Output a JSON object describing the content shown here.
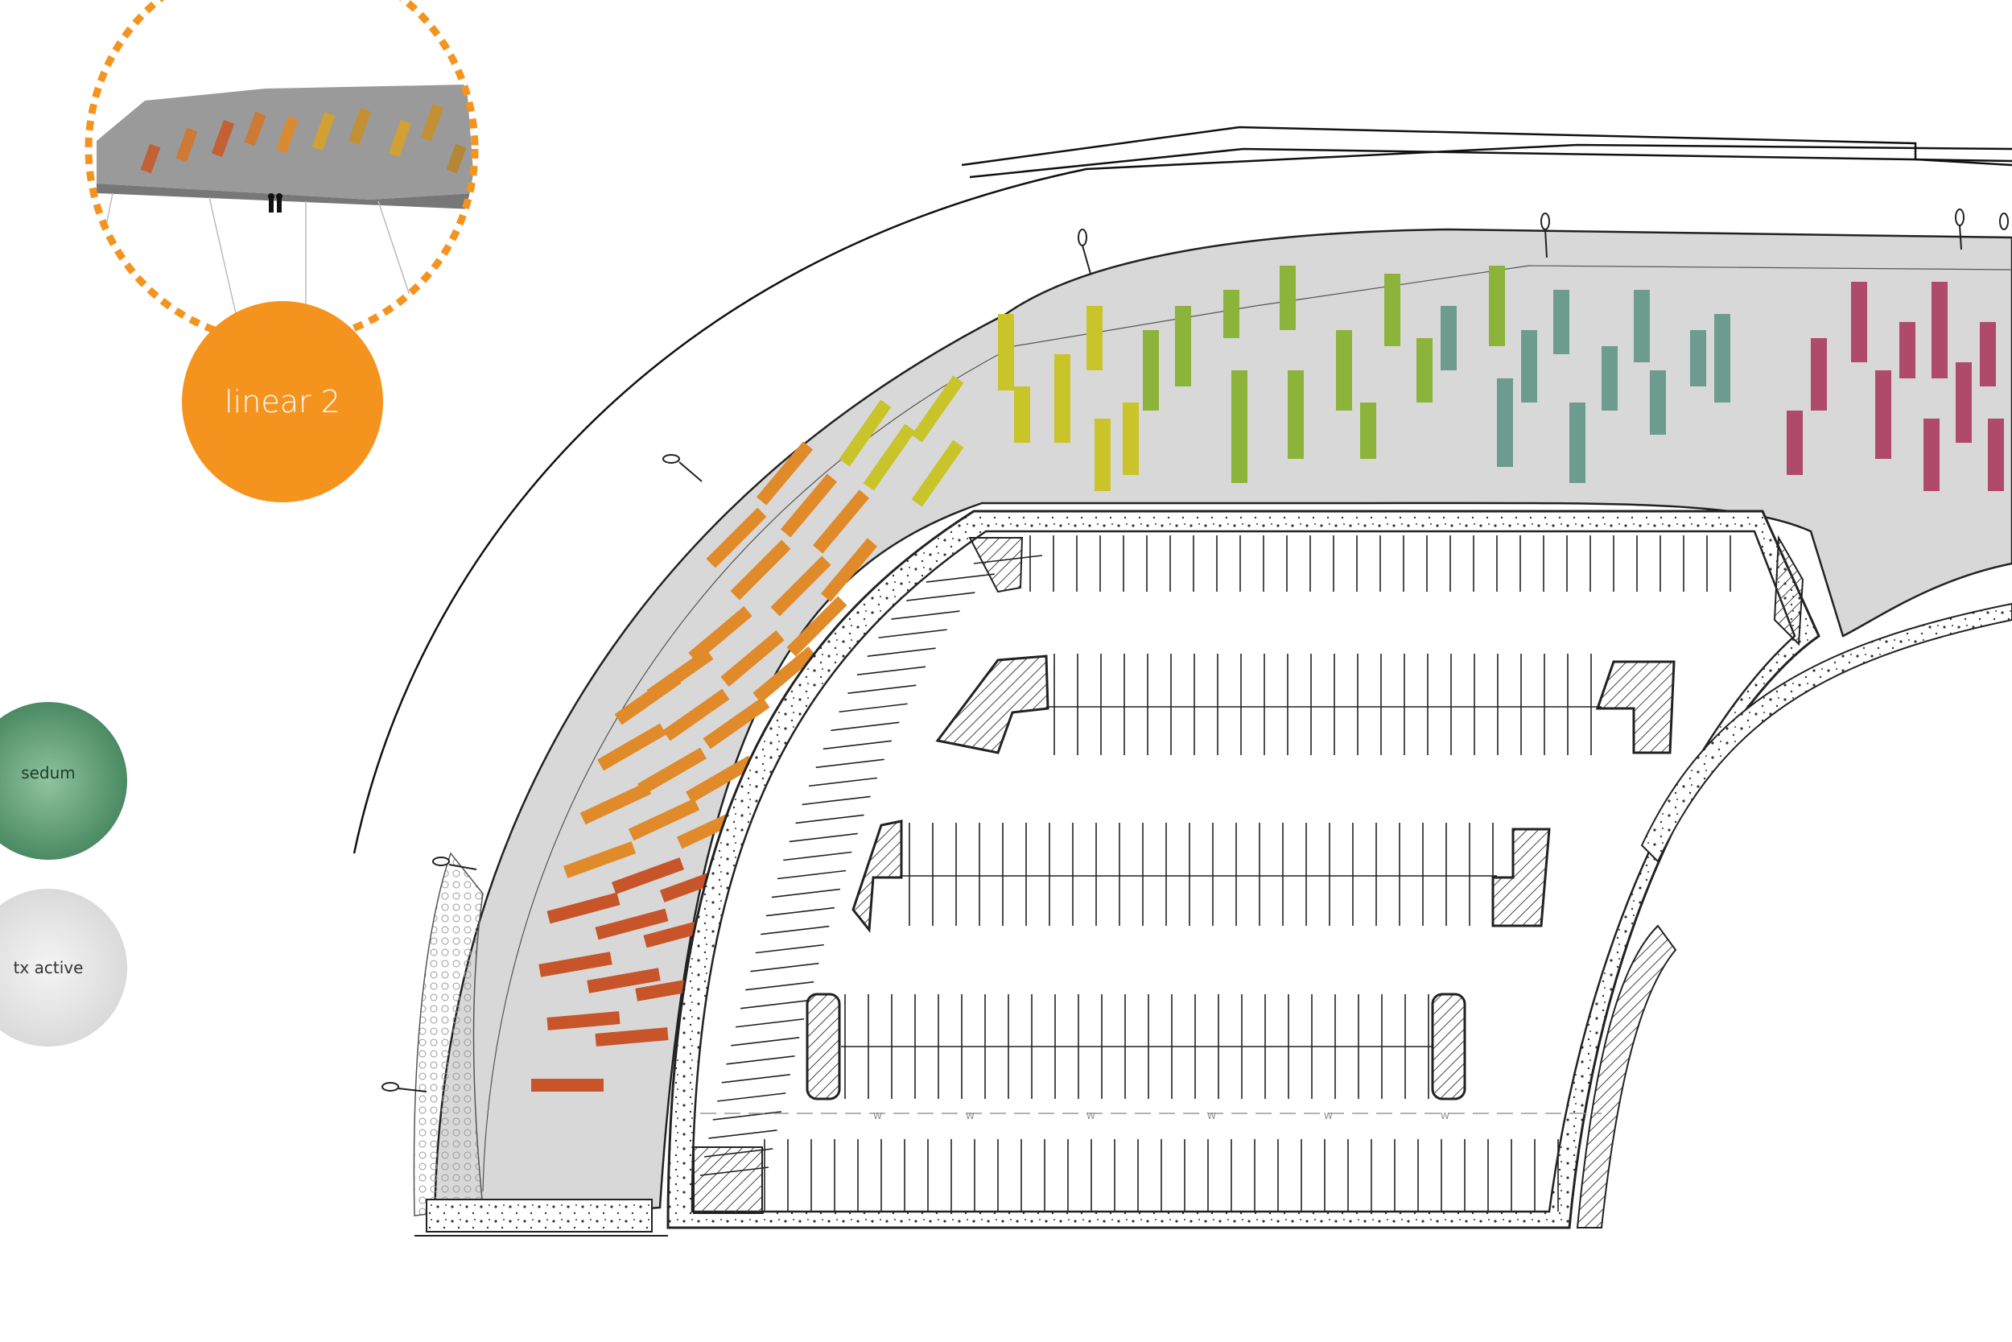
{
  "callout": {
    "title": "linear 2",
    "color": "#f5931f"
  },
  "legend": {
    "items": [
      {
        "label": "sedum",
        "swatch_color": "#5f9c78"
      },
      {
        "label": "tx active",
        "swatch_color": "#e6e6e6"
      }
    ]
  },
  "plan": {
    "paving_color": "#d8d8d8",
    "planter_colors": {
      "orange": "#e08a2a",
      "red": "#c8552a",
      "yellow": "#c9c42a",
      "green": "#8cb33a",
      "teal": "#6e9b8f",
      "magenta": "#b04a6a"
    },
    "utility_marker": "W"
  }
}
